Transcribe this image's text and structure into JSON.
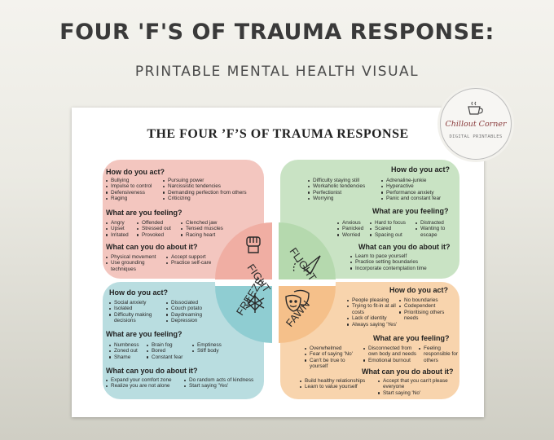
{
  "header": {
    "title": "FOUR 'F'S OF TRAUMA RESPONSE:",
    "subtitle": "PRINTABLE MENTAL HEALTH VISUAL"
  },
  "logo": {
    "name": "Chillout Corner",
    "tagline": "DIGITAL PRINTABLES"
  },
  "sheet": {
    "title": "THE FOUR ’F’S OF TRAUMA RESPONSE"
  },
  "colors": {
    "fight": "#f3c6bf",
    "flight": "#c9e3c4",
    "freeze": "#b9dde0",
    "fawn": "#f8d4ad"
  },
  "fight": {
    "label": "FIGHT",
    "act_heading": "How do you act?",
    "act_col1": [
      "Bullying",
      "Impulse to control",
      "Defensiveness",
      "Raging"
    ],
    "act_col2": [
      "Pursuing power",
      "Narcissistic tendencies",
      "Demanding perfection from others",
      "Criticizing"
    ],
    "feel_heading": "What are you feeling?",
    "feel_col1": [
      "Angry",
      "Upset",
      "Irritated"
    ],
    "feel_col2": [
      "Offended",
      "Stressed out",
      "Provoked"
    ],
    "feel_col3": [
      "Clenched jaw",
      "Tensed muscles",
      "Racing heart"
    ],
    "do_heading": "What can you do about it?",
    "do_col1": [
      "Physical movement",
      "Use grounding techniques"
    ],
    "do_col2": [
      "Accept support",
      "Practice self-care"
    ]
  },
  "flight": {
    "label": "FLIGHT",
    "act_heading": "How do you act?",
    "act_col1": [
      "Difficulty staying still",
      "Workaholic tendencies",
      "Perfectionist",
      "Worrying"
    ],
    "act_col2": [
      "Adrenaline-junkie",
      "Hyperactive",
      "Performance anxiety",
      "Panic and constant fear"
    ],
    "feel_heading": "What are you feeling?",
    "feel_col1": [
      "Anxious",
      "Panicked",
      "Worried"
    ],
    "feel_col2": [
      "Hard to focus",
      "Scared",
      "Spacing out"
    ],
    "feel_col3": [
      "Distracted",
      "Wanting to escape"
    ],
    "do_heading": "What can you do about it?",
    "do_col1": [
      "Learn to pace yourself",
      "Practice setting boundaries",
      "Incorporate contemplation time"
    ]
  },
  "freeze": {
    "label": "FREEZE",
    "act_heading": "How do you act?",
    "act_col1": [
      "Social anxiety",
      "Isolated",
      "Difficulty making decisions"
    ],
    "act_col2": [
      "Dissociated",
      "Couch potato",
      "Daydreaming",
      "Depression"
    ],
    "feel_heading": "What are you feeling?",
    "feel_col1": [
      "Numbness",
      "Zoned out",
      "Shame"
    ],
    "feel_col2": [
      "Brain fog",
      "Bored",
      "Constant fear"
    ],
    "feel_col3": [
      "Emptiness",
      "Stiff body"
    ],
    "do_heading": "What can you do about it?",
    "do_col1": [
      "Expand your comfort zone",
      "Realize you are not alone"
    ],
    "do_col2": [
      "Do random acts of kindness",
      "Start saying 'Yes'"
    ]
  },
  "fawn": {
    "label": "FAWN",
    "act_heading": "How do you act?",
    "act_col1": [
      "People pleasing",
      "Trying to fit-in at all costs",
      "Lack of identity",
      "Always saying 'Yes'"
    ],
    "act_col2": [
      "No boundaries",
      "Codependent",
      "Prioritising others needs"
    ],
    "feel_heading": "What are you feeling?",
    "feel_col1": [
      "Overwhelmed",
      "Fear of saying 'No'",
      "Can't be true to yourself"
    ],
    "feel_col2": [
      "Disconnected from own body and needs",
      "Emotional burnout"
    ],
    "feel_col3": [
      "Feeling responsible for others"
    ],
    "do_heading": "What can you do about it?",
    "do_col1": [
      "Build healthy relationships",
      "Learn to value yourself"
    ],
    "do_col2": [
      "Accept that you can't please everyone",
      "Start saying 'No'"
    ]
  }
}
